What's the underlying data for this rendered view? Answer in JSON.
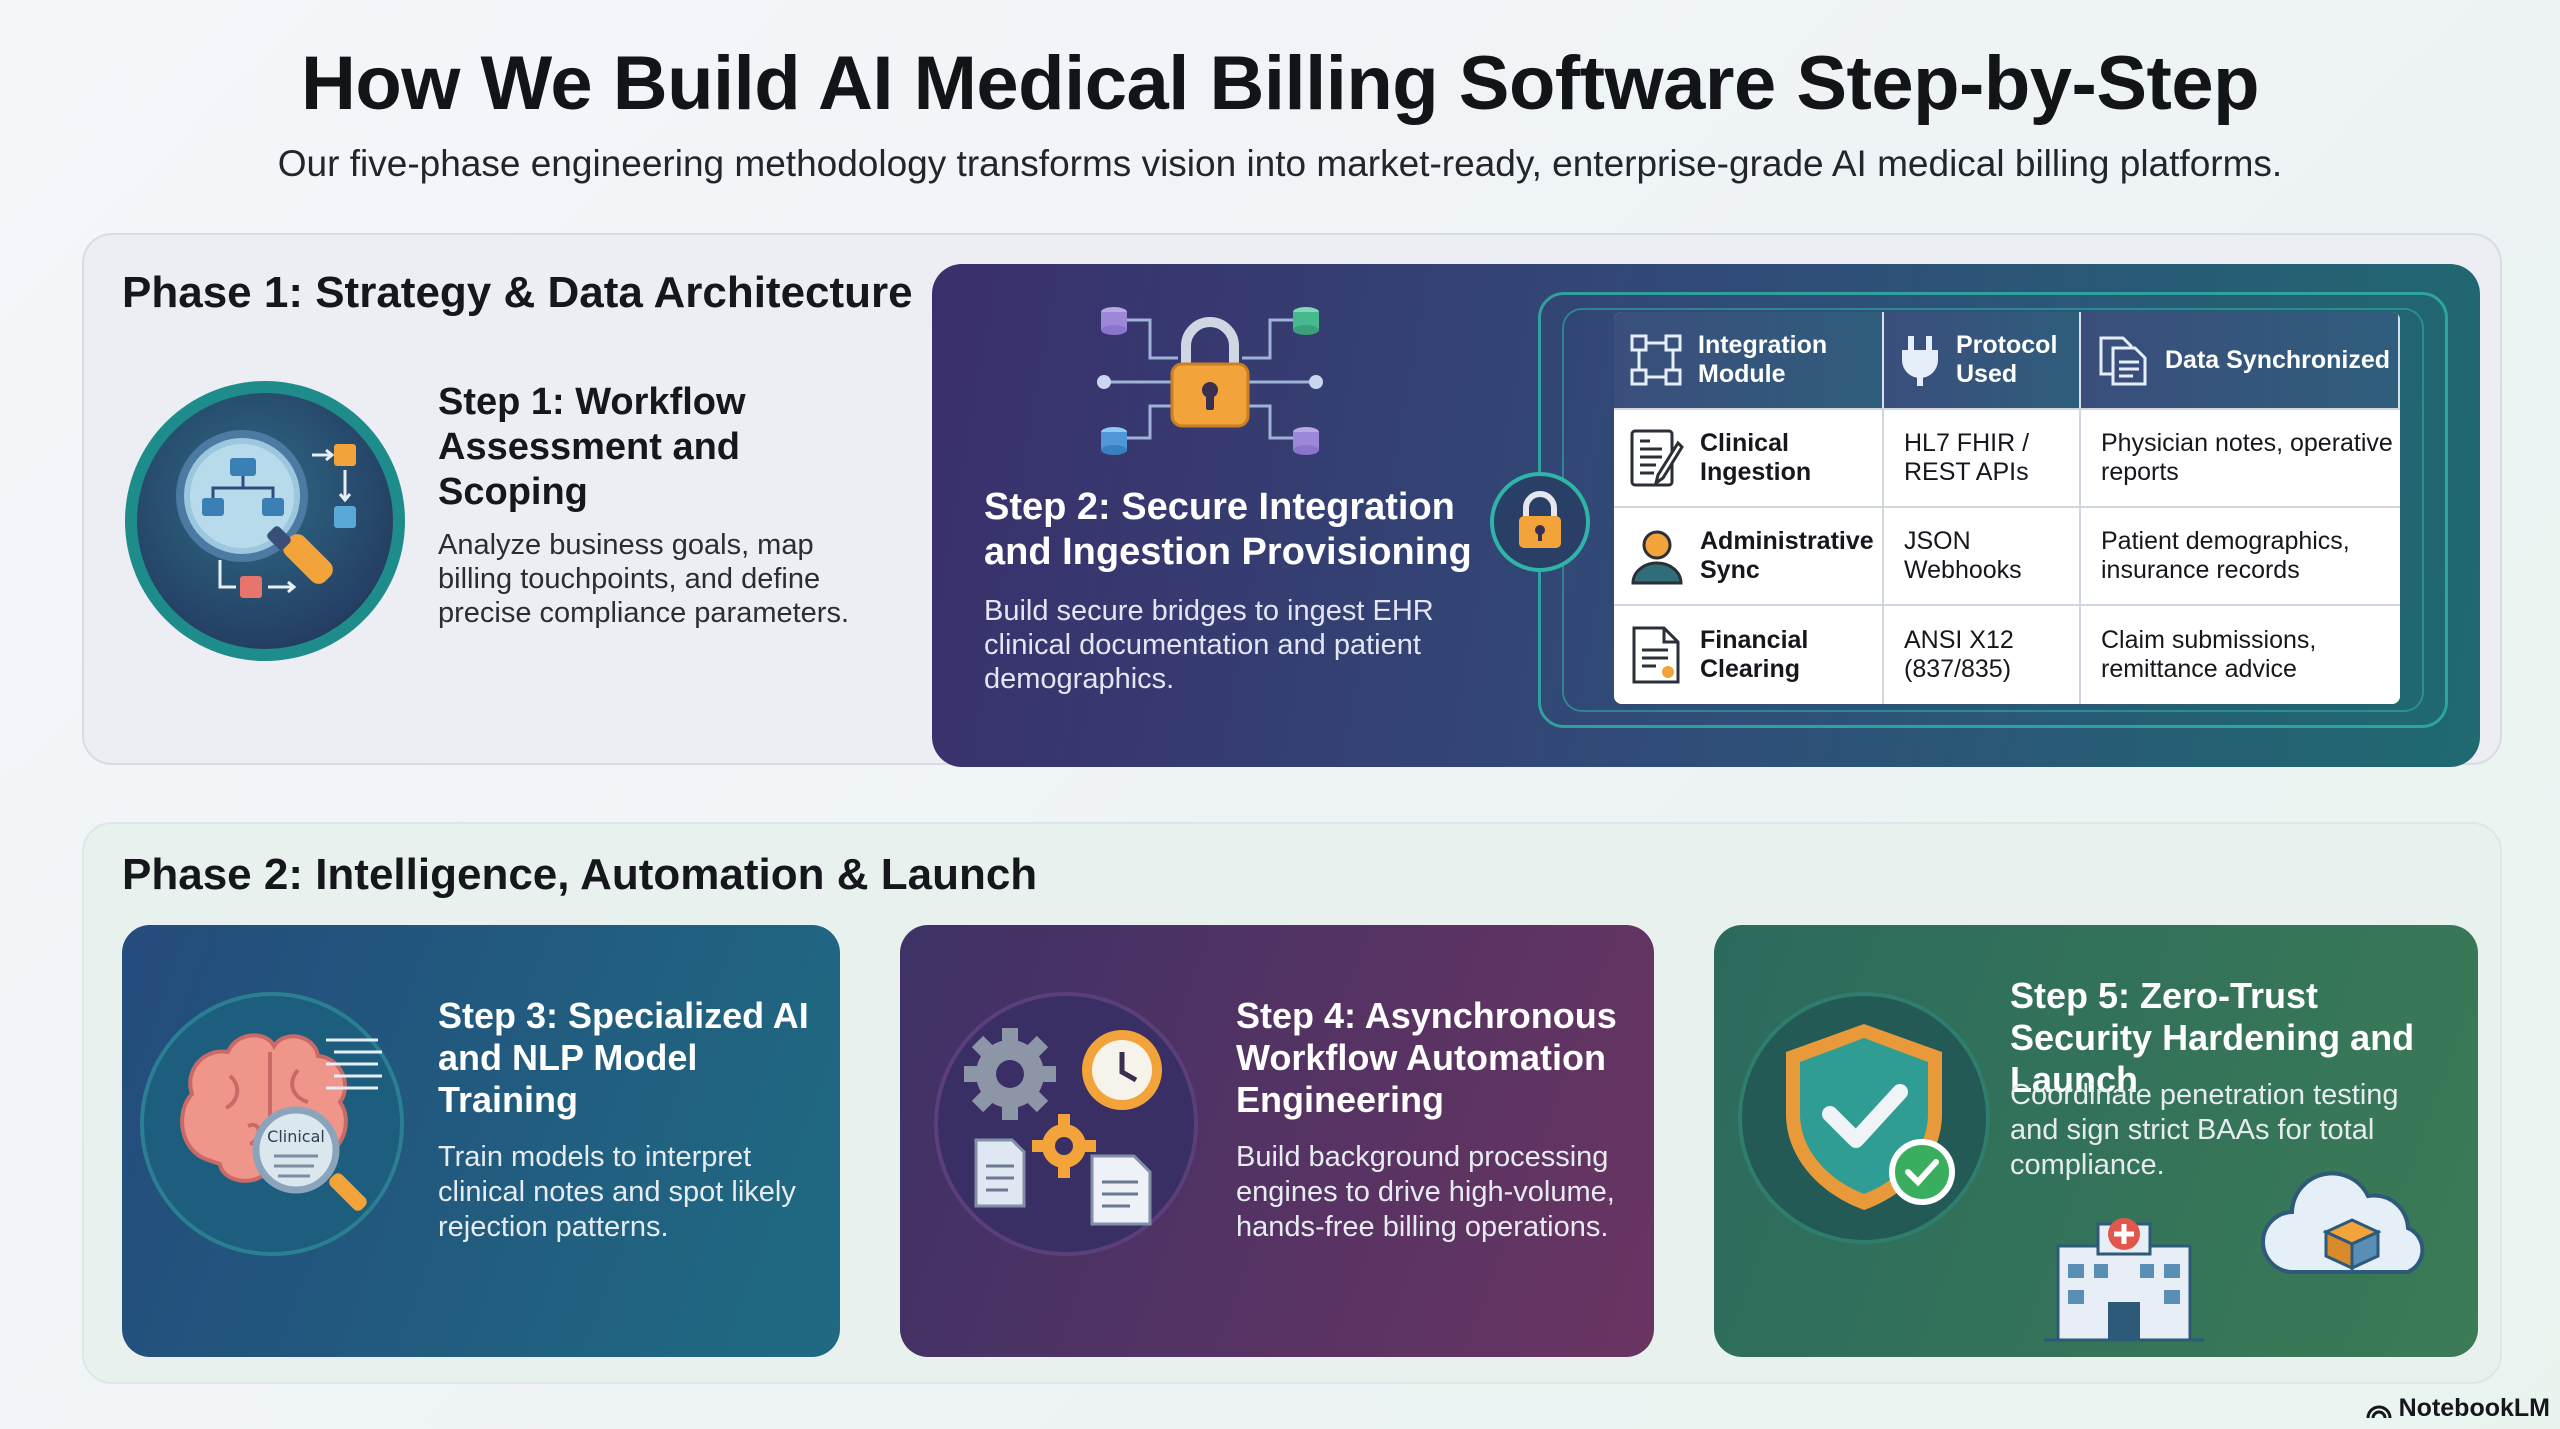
{
  "title": "How We Build AI Medical Billing Software Step-by-Step",
  "subtitle": "Our five-phase engineering methodology transforms vision into market-ready, enterprise-grade AI medical billing platforms.",
  "phase1": {
    "title": "Phase 1: Strategy & Data Architecture",
    "step1": {
      "title": "Step 1: Workflow Assessment and Scoping",
      "description": "Analyze business goals, map billing touchpoints, and define precise compliance parameters."
    },
    "step2": {
      "title": "Step 2: Secure Integration and Ingestion Provisioning",
      "description": "Build secure bridges to ingest EHR clinical documentation and patient demographics.",
      "table": {
        "headers": [
          "Integration Module",
          "Protocol Used",
          "Data Synchronized"
        ],
        "rows": [
          {
            "module": "Clinical Ingestion",
            "protocol": "HL7 FHIR / REST APIs",
            "data": "Physician notes, operative reports"
          },
          {
            "module": "Administrative Sync",
            "protocol": "JSON Webhooks",
            "data": "Patient demographics, insurance records"
          },
          {
            "module": "Financial Clearing",
            "protocol": "ANSI X12 (837/835)",
            "data": "Claim submissions, remittance advice"
          }
        ]
      }
    }
  },
  "phase2": {
    "title": "Phase 2: Intelligence, Automation & Launch",
    "step3": {
      "title": "Step 3: Specialized AI and NLP Model Training",
      "description": "Train models to interpret clinical notes and spot likely rejection patterns.",
      "icon_label": "Clinical"
    },
    "step4": {
      "title": "Step 4: Asynchronous Workflow Automation Engineering",
      "description": "Build background processing engines to drive high-volume, hands-free billing operations."
    },
    "step5": {
      "title": "Step 5: Zero-Trust Security Hardening and Launch",
      "description": "Coordinate penetration testing and sign strict BAAs for total compliance."
    }
  },
  "brand": "NotebookLM",
  "colors": {
    "step2_card": "#2f4f79",
    "step3_card": "#1f6b82",
    "step4_card": "#6a3461",
    "step5_card": "#3b7b55",
    "accent_teal": "#2fb5a8",
    "accent_orange": "#f2a33a"
  },
  "icons": [
    "magnifier-flowchart-icon",
    "network-lock-icon",
    "lock-icon",
    "integration-module-icon",
    "plug-icon",
    "documents-icon",
    "clinical-document-icon",
    "user-icon",
    "invoice-icon",
    "brain-magnifier-icon",
    "gears-clock-icon",
    "shield-check-icon",
    "hospital-icon",
    "cloud-box-icon",
    "notebooklm-logo-icon"
  ]
}
